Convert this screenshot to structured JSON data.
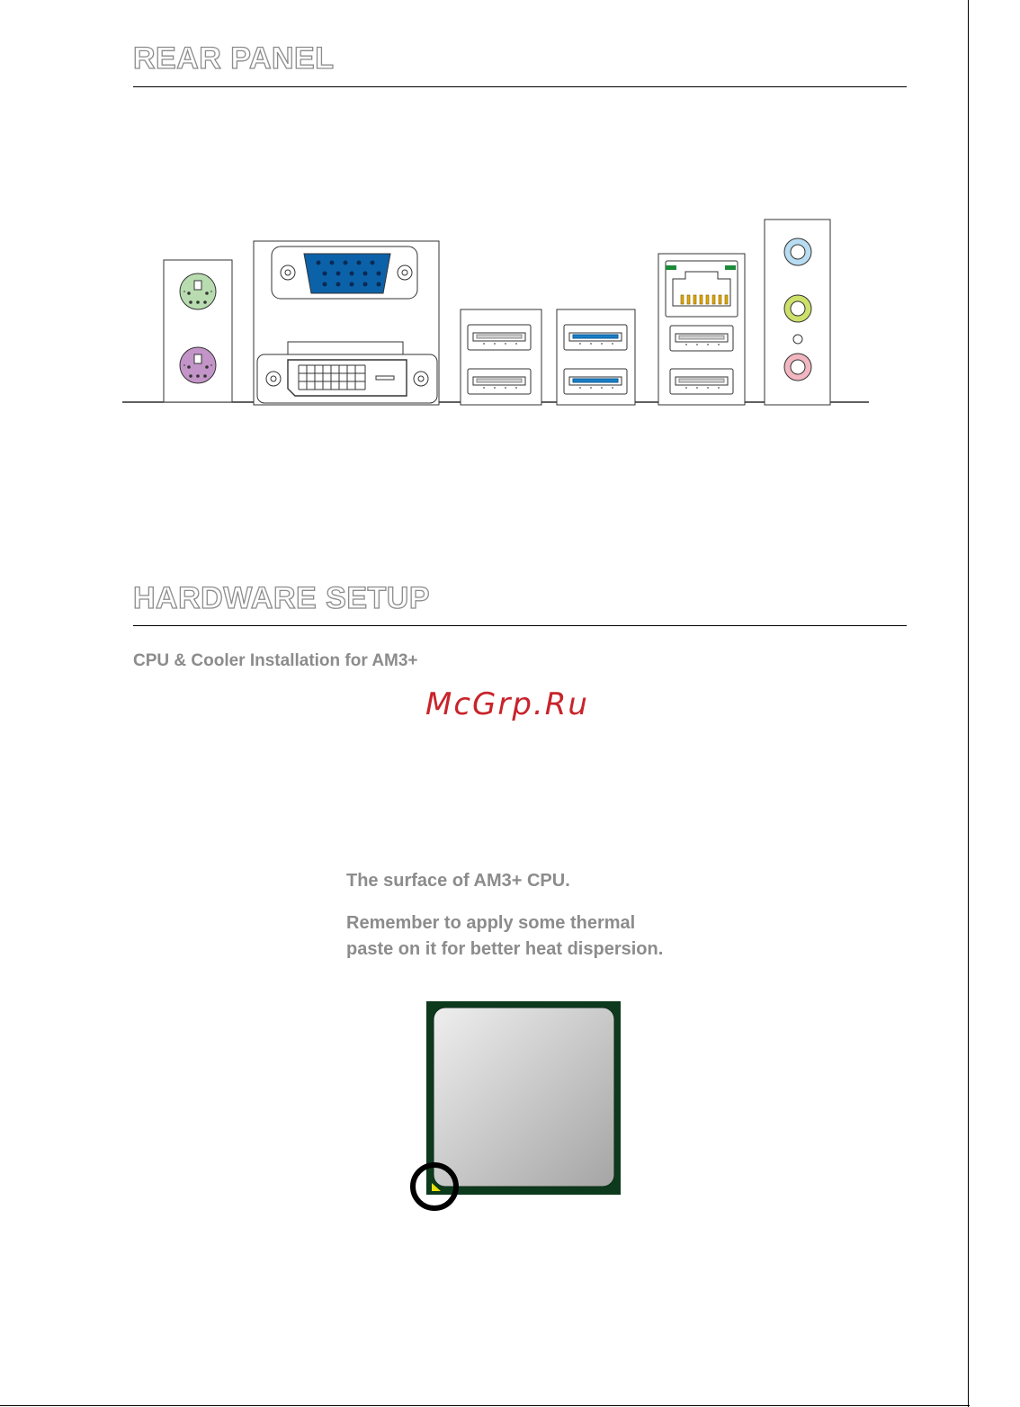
{
  "rear_panel": {
    "title": "REAR PANEL",
    "connectors": {
      "ps2_mouse": "ps2-mouse-port",
      "ps2_keyboard": "ps2-keyboard-port",
      "vga": "vga-port",
      "dvi": "dvi-port",
      "usb2_a": "usb-2-ports",
      "usb3": "usb-3-ports",
      "lan": "lan-port",
      "usb2_b": "usb-2-ports",
      "audio": "audio-jacks"
    },
    "colors": {
      "ps2_mouse": "#b8dcb0",
      "ps2_keyboard": "#c394c8",
      "vga": "#0b62a8",
      "usb3": "#1a7fc6",
      "line_in": "#b8dcf2",
      "line_out": "#cde06a",
      "mic": "#f2b6c0",
      "lan_led": "#1c8a3a"
    }
  },
  "hardware_setup": {
    "title": "HARDWARE SETUP",
    "subtitle": "CPU & Cooler Installation for AM3+",
    "watermark": "McGrp.Ru",
    "note_line1": "The surface of AM3+ CPU.",
    "note_line2a": "Remember to apply some thermal",
    "note_line2b": "paste on it for better heat dispersion.",
    "cpu_colors": {
      "substrate": "#0d3a1d",
      "heatspreader_light": "#eeeeee",
      "heatspreader_dark": "#a5a5a5",
      "pin1_marker": "#e8e20a"
    }
  }
}
